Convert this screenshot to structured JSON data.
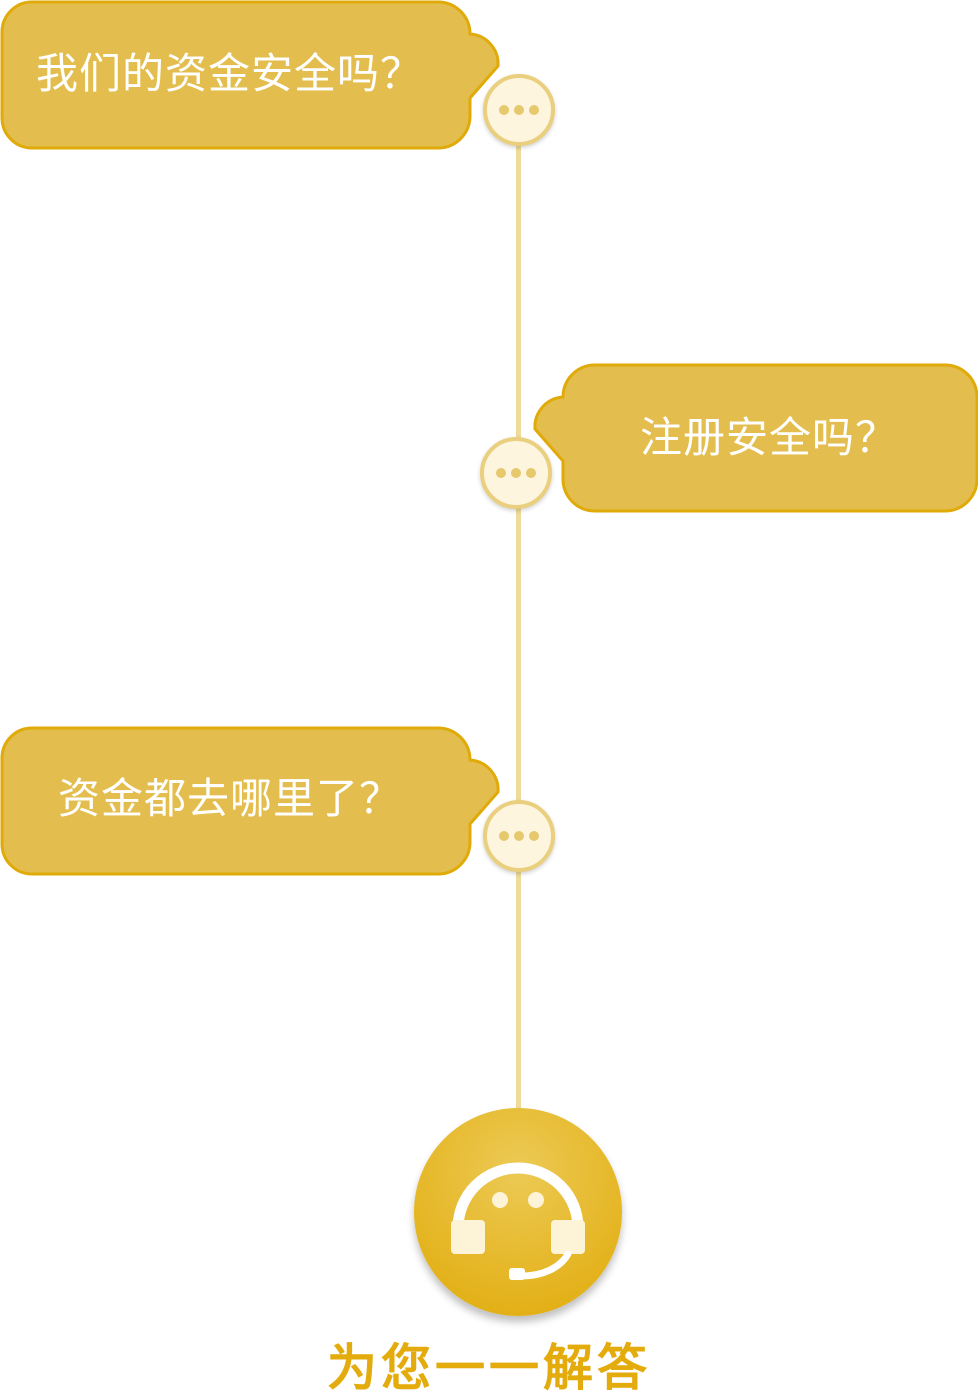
{
  "timeline": {
    "questions": [
      {
        "text": "我们的资金安全吗？",
        "side": "left"
      },
      {
        "text": "注册安全吗？",
        "side": "right"
      },
      {
        "text": "资金都去哪里了？",
        "side": "left"
      }
    ]
  },
  "support": {
    "icon": "headset-support-icon",
    "label": "为您一一解答"
  },
  "colors": {
    "bubble_fill": "#e3be4e",
    "bubble_border": "#e0aa08",
    "line": "#efdc9a",
    "node_fill": "#fdf5de",
    "node_border": "#e9cf7e",
    "accent": "#e3ab0b"
  }
}
